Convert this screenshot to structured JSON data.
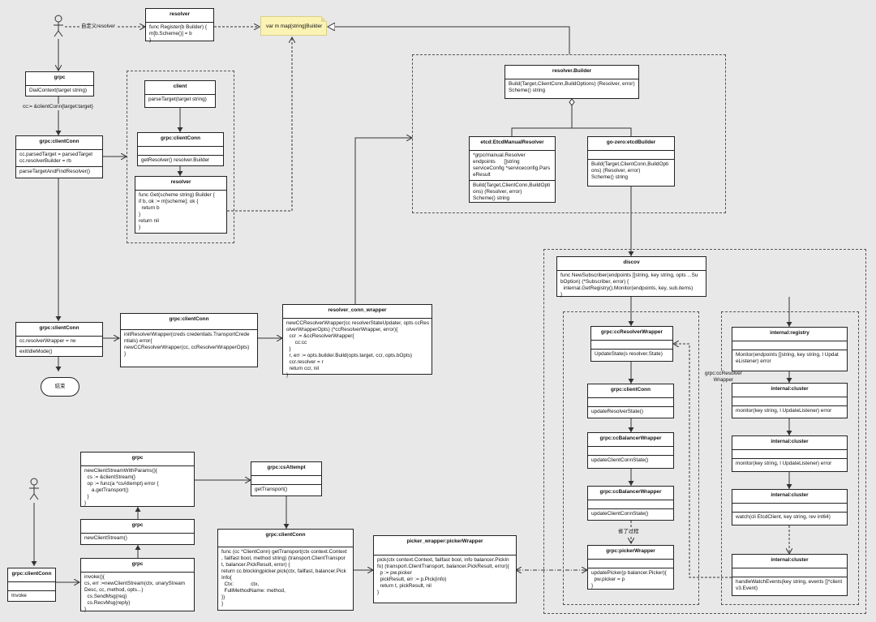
{
  "actor_label": "自定义resolver",
  "note_text": "var m map[string]Builder",
  "boxes": {
    "resolver_top": {
      "title": "resolver",
      "body": "func Register(b Builder) {\nm[b.Scheme()] = b\n}"
    },
    "grpc_dial": {
      "title": "grpc",
      "body": "DialContext(target string)"
    },
    "edge_clientconn": "cc:= &clientConn{target:target}",
    "grpc_clientconn1": {
      "title": "grpc:clientConn",
      "attrs": "cc.parsedTarget = parsedTarget\ncc.resolverBuilder = rb",
      "ops": "parseTargetAndFindResolver()"
    },
    "client": {
      "title": "client",
      "body": "parseTarget(target string)"
    },
    "grpc_clientconn_inner": {
      "title": "grpc:clientConn",
      "attrs": "",
      "ops": "getResolver() resolver.Builder"
    },
    "resolver_inner": {
      "title": "resolver",
      "body": "func Get(scheme string) Builder {\nif b, ok := m[scheme]; ok {\n  return b\n}\nreturn nil\n}"
    },
    "resolver_builder": {
      "title": "resolver.Builder",
      "body": "Build(Target,ClientConn,BuildOptions) (Resolver, error)\nScheme() string"
    },
    "etcd_manual": {
      "title": "etcd:EtcdManualResolver",
      "attrs": "*grpc/manual.Resolver\nendpoints      []string\nserviceConfig *serviceconfig.Pars\neResult",
      "ops": "Build(Target,ClientConn,BuildOpti\nons) (Resolver, error)\nScheme() string"
    },
    "gozero_builder": {
      "title": "go-zero:etcdBuilder",
      "attrs": "",
      "ops": "Build(Target,ClientConn,BuildOpti\nons) (Resolver, error)\nScheme() string"
    },
    "discov": {
      "title": "discov",
      "body": "func NewSubscriber(endpoints []string, key string, opts ...Su\nbOption) (*Subscriber, error) {\n  internal.GetRegistry().Monitor(endpoints, key, sub.items)\n}"
    },
    "grpc_clientconn2": {
      "title": "grpc:clientConn",
      "attrs": "cc.resolverWrapper = rw",
      "ops": "exitIdleMode()"
    },
    "terminal": "結束",
    "grpc_clientconn3": {
      "title": "grpc:clientConn",
      "body": "initResolverWrapper(creds credentials.TransportCrede\nntials) error{\nnewCCResolverWrapper(cc, ccResolverWrapperOpts)\n}"
    },
    "resolver_conn_wrapper": {
      "title": "resolver_conn_wrapper",
      "body": "newCCResolverWrapper(cc resolverStateUpdater, opts ccRes\nolverWrapperOpts) (*ccResolverWrapper, error){\n  ccr := &ccResolverWrapper{\n      cc:cc\n  }\n  r, err := opts.builder.Build(opts.target, ccr, opts.bOpts)\n  ccr.resolver = r\n  return ccr, nil\n}"
    },
    "cc_resolver_wrapper": {
      "title": "grpc:ccResolverWrapper",
      "attrs": "",
      "ops": "UpdateState(s resolver.State)"
    },
    "clientconn_inner2": {
      "title": "grpc:clientConn",
      "attrs": "",
      "ops": "updateResolverState()"
    },
    "cc_balancer1": {
      "title": "grpc:ccBalancerWrapper",
      "attrs": "",
      "ops": "updateClientConnState()"
    },
    "cc_balancer2": {
      "title": "grpc:ccBalancerWrapper",
      "attrs": "",
      "ops": "updateClientConnState()"
    },
    "omitted": "省了过程",
    "picker_wrapper_inner": {
      "title": "grpc:pickerWrapper",
      "attrs": "",
      "ops": "updatePicker(p balancer.Picker){\n  pw.picker = p\n}"
    },
    "registry": {
      "title": "internal:registry",
      "attrs": "",
      "ops": "Monitor(endpoints []string, key string, l Updat\neListener) error"
    },
    "cluster1": {
      "title": "internal:cluster",
      "attrs": "",
      "ops": "monitor(key string, l UpdateListener) error"
    },
    "cluster2": {
      "title": "internal:cluster",
      "attrs": "",
      "ops": "monitor(key string, l UpdateListener) error"
    },
    "cluster3": {
      "title": "internal:cluster",
      "attrs": "",
      "ops": "watch(cli EtcdClient, key string, rev int64)"
    },
    "cluster4": {
      "title": "internal:cluster",
      "attrs": "",
      "ops": "handleWatchEvents(key string, events []*client\nv3.Event)"
    },
    "side_label": "grpc:ccResolver\n      Wrapper",
    "grpc_newclientstream_params": {
      "title": "grpc",
      "body": "newClientStreamWithParams(){\n  cs := &clientStream{}\n  op := func(a *csAttempt) error {\n     a.getTransport()\n  }\n}"
    },
    "grpc_newclientstream": {
      "title": "grpc",
      "body": "newClientStream()"
    },
    "grpc_invoke": {
      "title": "grpc",
      "body": "invoke(){\ncs, err :=newClientStream(ctx, unaryStream\nDesc, cc, method, opts...)\n  cs.SendMsg(req)\n  cs.RecvMsg(reply)\n}"
    },
    "cs_attempt": {
      "title": "grpc:csAttempt",
      "attrs": "",
      "ops": "getTransport()"
    },
    "grpc_clientconn_invoke": {
      "title": "grpc:clientConn",
      "attrs": "",
      "ops": "Invoke"
    },
    "grpc_clientconn4": {
      "title": "grpc:clientConn",
      "body": "func (cc *ClientConn) getTransport(ctx context.Context\n, failfast bool, method string) (transport.ClientTranspor\nt, balancer.PickResult, error) {\nreturn cc.blockingpicker.pick(ctx, failfast, balancer.Pick\nInfo{\n  Ctx:            ctx,\n  FullMethodName: method,\n})\n}"
    },
    "picker_wrapper": {
      "title": "picker_wrapper:pickerWrapper",
      "body": "pick(ctx context.Context, failfast bool, info balancer.PickIn\nfo) (transport.ClientTransport, balancer.PickResult, error){\n  p := pw.picker\n  pickResult, err := p.Pick(info)\n  return t, pickResult, nil\n}"
    }
  }
}
